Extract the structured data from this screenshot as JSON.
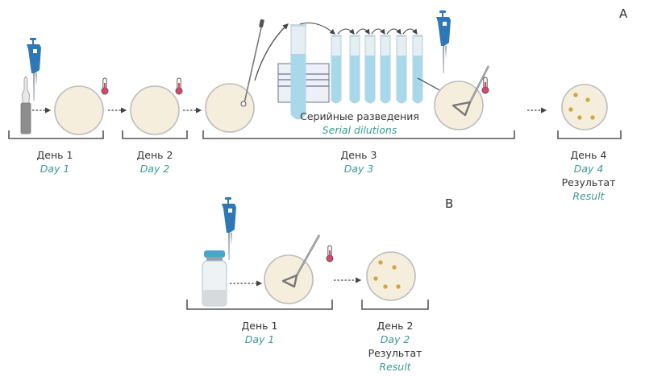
{
  "panels": {
    "a": {
      "letter": "A",
      "steps": [
        {
          "ru": "День 1",
          "en": "Day 1"
        },
        {
          "ru": "День 2",
          "en": "Day 2"
        },
        {
          "ru": "День 3",
          "en": "Day 3"
        },
        {
          "ru": "День 4",
          "en": "Day 4",
          "result_ru": "Результат",
          "result_en": "Result"
        }
      ],
      "dilution_label_ru": "Серийные разведения",
      "dilution_label_en": "Serial dilutions"
    },
    "b": {
      "letter": "B",
      "steps": [
        {
          "ru": "День 1",
          "en": "Day 1"
        },
        {
          "ru": "День 2",
          "en": "Day 2",
          "result_ru": "Результат",
          "result_en": "Result"
        }
      ]
    }
  },
  "colors": {
    "agar": "#f6eedc",
    "dish_rim": "#c8c8c8",
    "tube_liquid": "#a9d8ea",
    "colony": "#d1a640",
    "pipette": "#2e78b7",
    "thermometer": "#d9486a",
    "accent_text": "#3a9a93"
  }
}
